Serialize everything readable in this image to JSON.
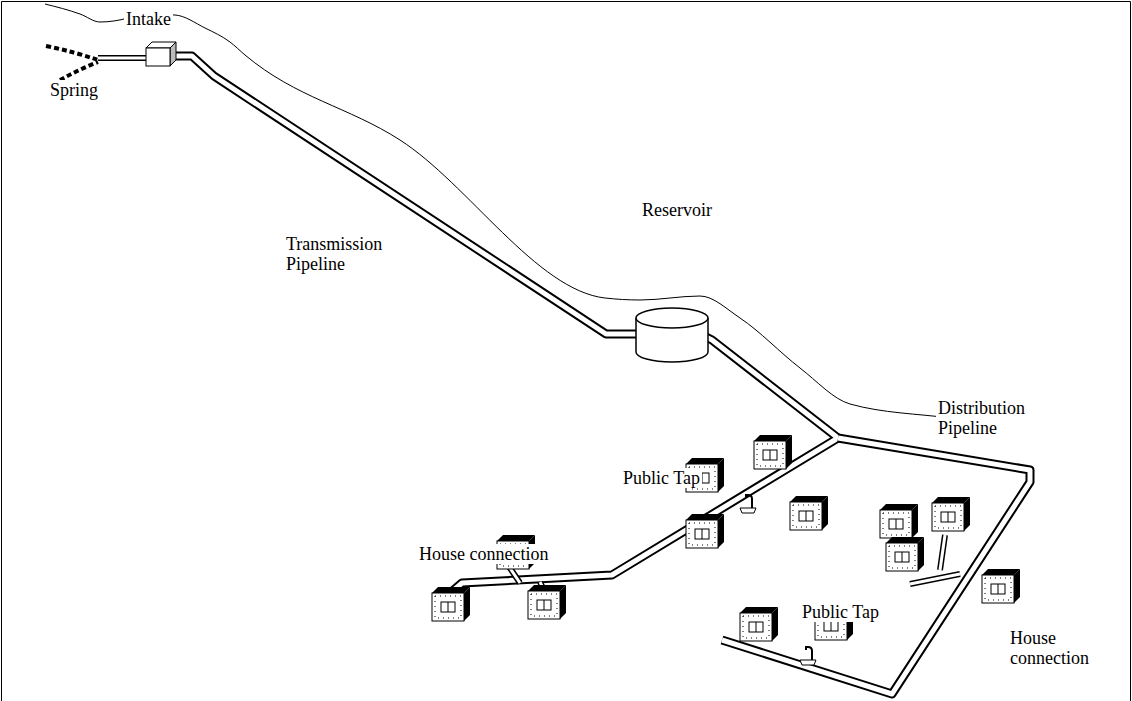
{
  "diagram": {
    "labels": [
      "Intake",
      "Spring",
      "Transmission Pipeline",
      "Reservoir",
      "Distribution Pipeline",
      "Public Tap",
      "House connection",
      "Public Tap",
      "House connection"
    ]
  }
}
